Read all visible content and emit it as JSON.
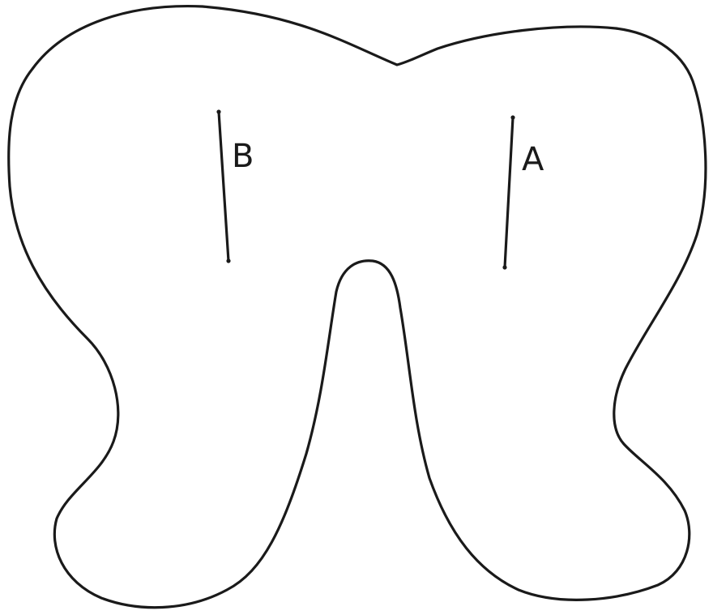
{
  "diagram": {
    "shape": "tooth-outline",
    "stroke_color": "#1a1a1a",
    "background_color": "#ffffff",
    "labels": {
      "left": "B",
      "right": "A"
    }
  }
}
